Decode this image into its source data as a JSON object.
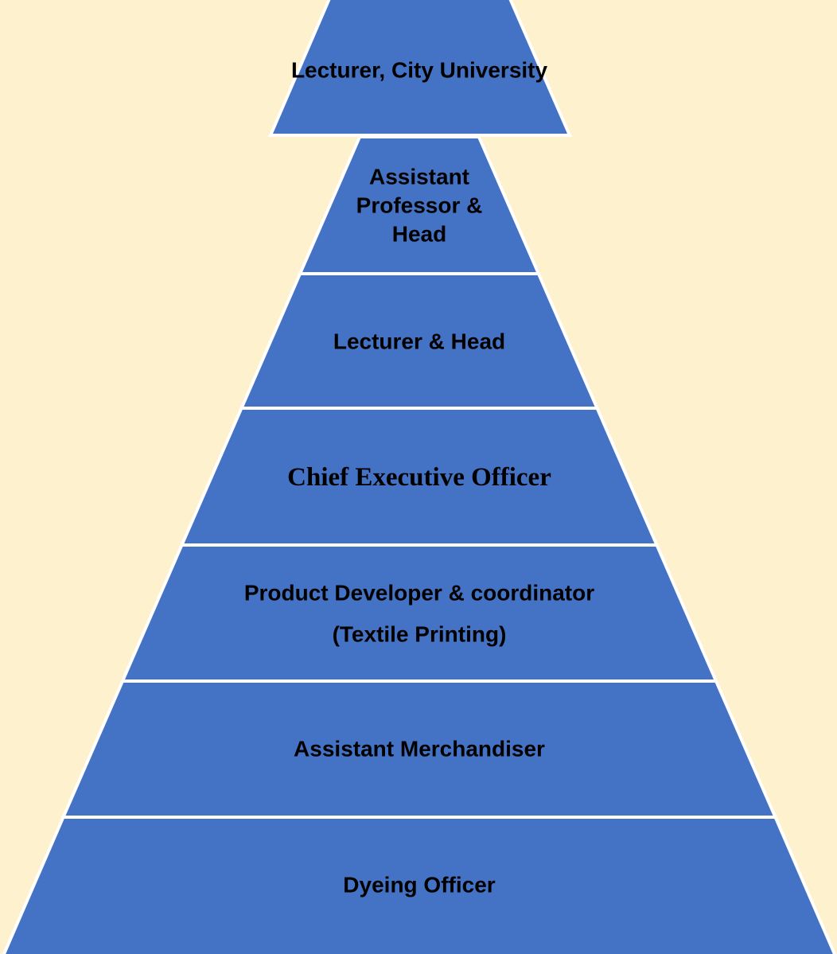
{
  "colors": {
    "background": "#FEF1CE",
    "segment": "#4472C4",
    "divider": "#FFFFFF",
    "text": "#000000"
  },
  "pyramid": {
    "levels": [
      {
        "name": "lecturer-city-university",
        "lines": [
          "Lecturer, City University"
        ]
      },
      {
        "name": "assistant-professor-head",
        "lines": [
          "Assistant",
          "Professor &",
          "Head"
        ]
      },
      {
        "name": "lecturer-head",
        "lines": [
          "Lecturer & Head"
        ]
      },
      {
        "name": "chief-executive-officer",
        "lines": [
          "Chief Executive Officer"
        ]
      },
      {
        "name": "product-developer-coordinator",
        "lines": [
          "Product Developer & coordinator",
          "(Textile Printing)"
        ]
      },
      {
        "name": "assistant-merchandiser",
        "lines": [
          "Assistant Merchandiser"
        ]
      },
      {
        "name": "dyeing-officer",
        "lines": [
          "Dyeing Officer"
        ]
      }
    ]
  }
}
